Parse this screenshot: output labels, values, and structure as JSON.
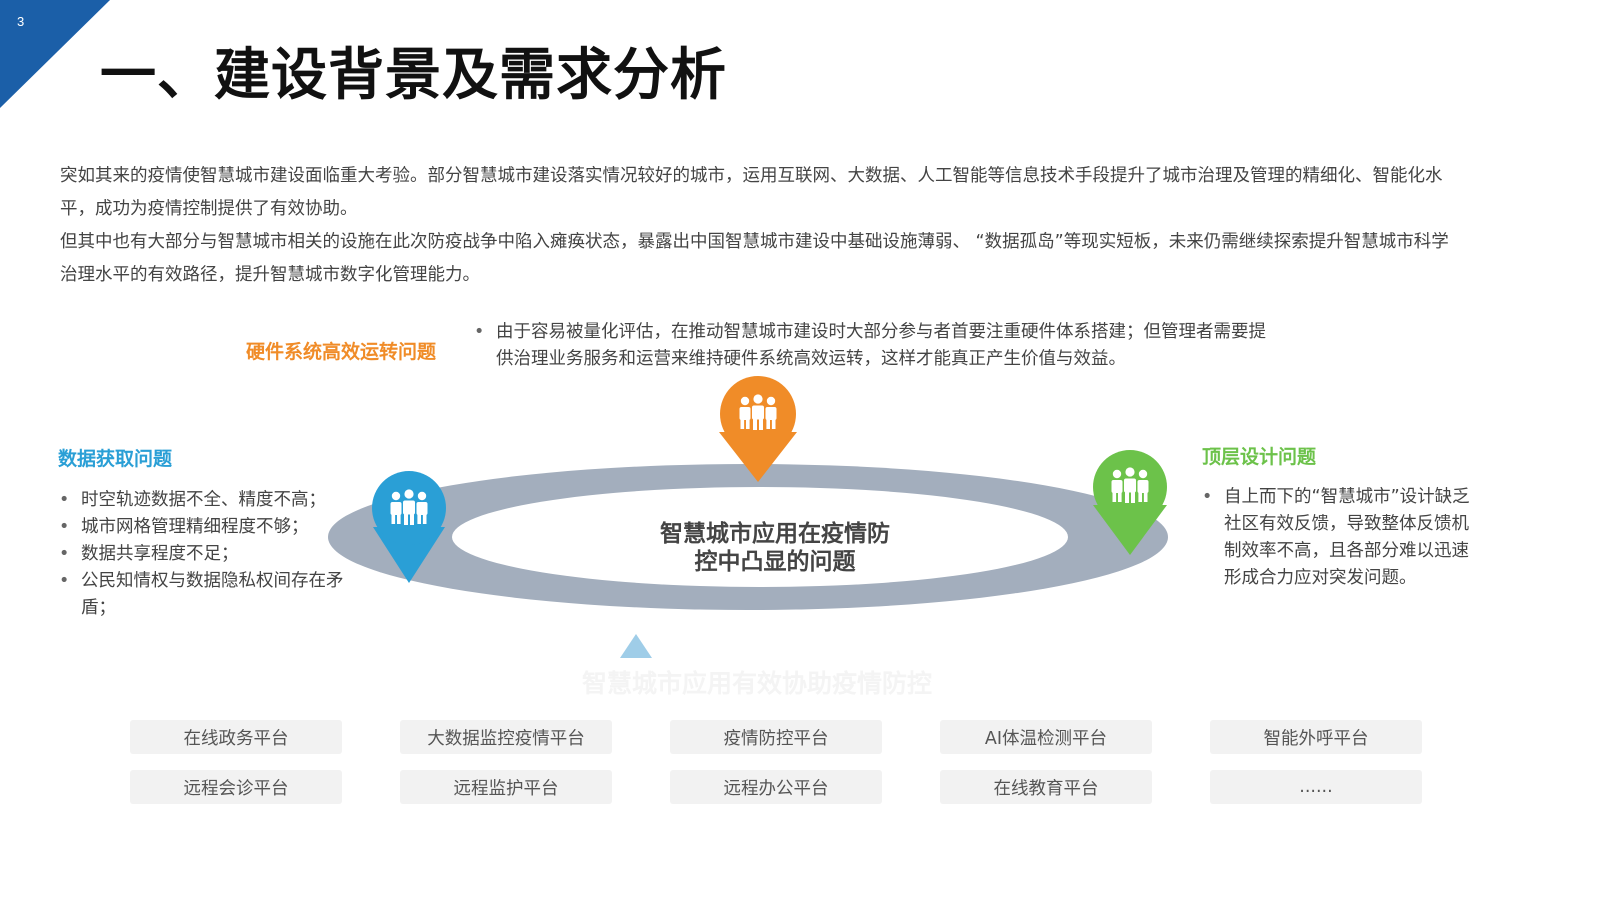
{
  "slide": {
    "page_number": "3"
  },
  "title": "一、建设背景及需求分析",
  "intro": {
    "paragraph_1": "突如其来的疫情使智慧城市建设面临重大考验。部分智慧城市建设落实情况较好的城市，运用互联网、大数据、人工智能等信息技术手段提升了城市治理及管理的精细化、智能化水平，成功为疫情控制提供了有效协助。",
    "paragraph_2": "但其中也有大部分与智慧城市相关的设施在此次防疫战争中陷入瘫痪状态，暴露出中国智慧城市建设中基础设施薄弱、 “数据孤岛”等现实短板，未来仍需继续探索提升智慧城市科学治理水平的有效路径，提升智慧城市数字化管理能力。"
  },
  "hardware": {
    "title": "硬件系统高效运转问题",
    "color": "#f08c28",
    "bullets": [
      "由于容易被量化评估，在推动智慧城市建设时大部分参与者首要注重硬件体系搭建；但管理者需要提供治理业务服务和运营来维持硬件系统高效运转，这样才能真正产生价值与效益。"
    ]
  },
  "data_issue": {
    "title": "数据获取问题",
    "color": "#2a9fd6",
    "bullets": [
      "时空轨迹数据不全、精度不高；",
      "城市网格管理精细程度不够；",
      "数据共享程度不足；",
      "公民知情权与数据隐私权间存在矛盾；"
    ]
  },
  "top_design": {
    "title": "顶层设计问题",
    "color": "#6cc24a",
    "bullets": [
      "自上而下的“智慧城市”设计缺乏社区有效反馈，导致整体反馈机制效率不高，且各部分难以迅速形成合力应对突发问题。"
    ]
  },
  "center": {
    "line_1": "智慧城市应用在疫情防",
    "line_2": "控中凸显的问题"
  },
  "faded_caption": "智慧城市应用有效协助疫情防控",
  "platforms": {
    "row_1": [
      "在线政务平台",
      "大数据监控疫情平台",
      "疫情防控平台",
      "AI体温检测平台",
      "智能外呼平台"
    ],
    "row_2": [
      "远程会诊平台",
      "远程监护平台",
      "远程办公平台",
      "在线教育平台",
      "......"
    ]
  },
  "colors": {
    "corner_blue": "#1b5fa8",
    "ring_gray": "#a3aebd",
    "arrow_blue": "#9fcde8"
  },
  "icons": [
    "people-group-icon",
    "map-pin-icon",
    "up-arrow-icon"
  ]
}
